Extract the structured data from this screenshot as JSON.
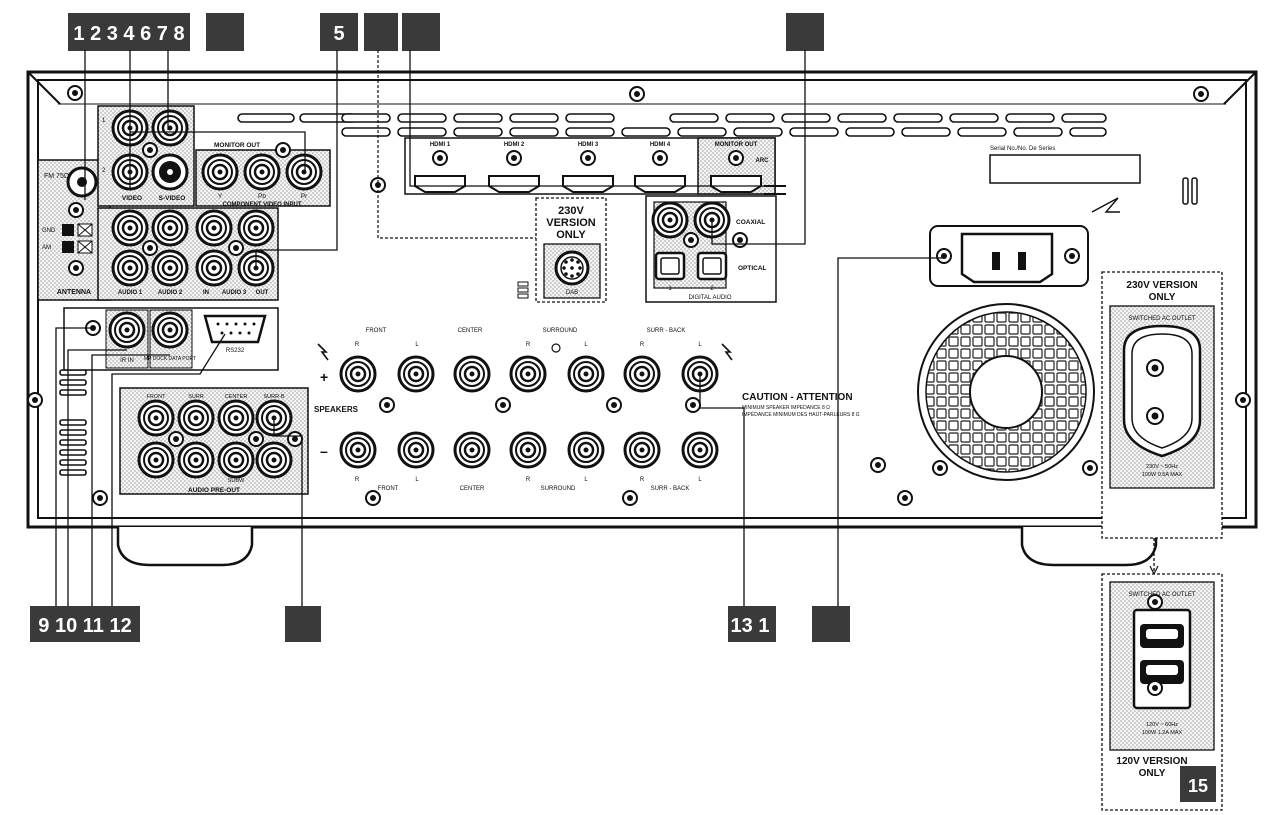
{
  "callouts": {
    "top": [
      "1 2 3 4 6 7 8",
      "",
      "5",
      "",
      "",
      ""
    ],
    "bottom": [
      "9 10 11 12",
      "",
      "13 1",
      "",
      "15"
    ]
  },
  "antenna": {
    "fm_label": "FM 75Ω",
    "gnd_label": "GND",
    "am_label": "AM",
    "title": "ANTENNA"
  },
  "video": {
    "row1": "1",
    "row2": "2",
    "video_label": "VIDEO",
    "svideo_label": "S-VIDEO",
    "monitor_out": "MONITOR OUT",
    "component_y": "Y",
    "component_pb": "Pb",
    "component_pr": "Pr",
    "component_label": "COMPONENT VIDEO INPUT"
  },
  "audio_in": {
    "audio1": "AUDIO 1",
    "audio2": "AUDIO 2",
    "in_label": "IN",
    "audio3": "AUDIO 3",
    "out_label": "OUT"
  },
  "hdmi": {
    "ports": [
      "HDMI 1",
      "HDMI 2",
      "HDMI 3",
      "HDMI 4"
    ],
    "monitor_out": "MONITOR OUT",
    "arc": "ARC"
  },
  "dab": {
    "line1": "230V",
    "line2": "VERSION",
    "line3": "ONLY",
    "label": "DAB"
  },
  "digital_audio": {
    "coaxial": "COAXIAL",
    "optical": "OPTICAL",
    "port1": "1",
    "port2": "2",
    "title": "DIGITAL AUDIO"
  },
  "serial": {
    "label": "Serial No./No. De Series"
  },
  "control": {
    "ir_in": "IR IN",
    "mp_dock": "MP DOCK DATA PORT",
    "rs232": "RS232"
  },
  "preout": {
    "front": "FRONT",
    "surr": "SURR",
    "center": "CENTER",
    "surr_b": "SURR-B",
    "subw": "SUBW",
    "title": "AUDIO PRE-OUT"
  },
  "speakers": {
    "top_groups": [
      "FRONT",
      "CENTER",
      "SURROUND",
      "SURR - BACK"
    ],
    "bottom_groups": [
      "FRONT",
      "CENTER",
      "SURROUND",
      "SURR - BACK"
    ],
    "r": "R",
    "l": "L",
    "plus": "+",
    "minus": "–",
    "title": "SPEAKERS"
  },
  "caution": {
    "title": "CAUTION - ATTENTION",
    "line1": "MINIMUM SPEAKER IMPEDANCE 8 Ω",
    "line2": "IMPÉDANCE MINIMUM DES HAUT-PARLEURS 8 Ω"
  },
  "outlet230": {
    "title1": "230V VERSION",
    "title2": "ONLY",
    "switched": "SWITCHED AC OUTLET",
    "spec1": "230V ~ 50Hz",
    "spec2": "100W 0.5A MAX"
  },
  "outlet120": {
    "switched": "SWITCHED AC OUTLET",
    "spec1": "120V ~ 60Hz",
    "spec2": "100W 1.2A MAX",
    "title1": "120V VERSION",
    "title2": "ONLY"
  }
}
